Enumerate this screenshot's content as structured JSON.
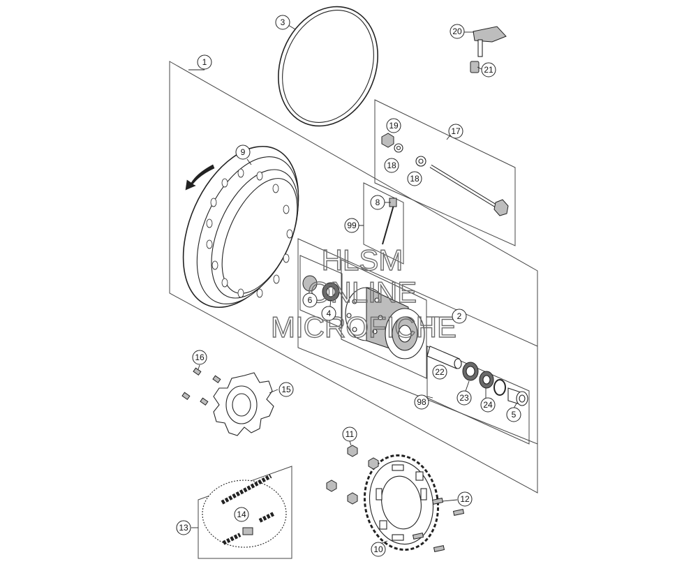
{
  "watermark": {
    "line1": "HLSM",
    "line2": "ONLINE",
    "line3": "MICROFICHE"
  },
  "callouts": [
    {
      "id": "c1",
      "label": "1"
    },
    {
      "id": "c2",
      "label": "2"
    },
    {
      "id": "c3",
      "label": "3"
    },
    {
      "id": "c4",
      "label": "4"
    },
    {
      "id": "c5",
      "label": "5"
    },
    {
      "id": "c6",
      "label": "6"
    },
    {
      "id": "c8",
      "label": "8"
    },
    {
      "id": "c9",
      "label": "9"
    },
    {
      "id": "c10",
      "label": "10"
    },
    {
      "id": "c11",
      "label": "11"
    },
    {
      "id": "c12",
      "label": "12"
    },
    {
      "id": "c13",
      "label": "13"
    },
    {
      "id": "c14",
      "label": "14"
    },
    {
      "id": "c15",
      "label": "15"
    },
    {
      "id": "c16",
      "label": "16"
    },
    {
      "id": "c17",
      "label": "17"
    },
    {
      "id": "c18a",
      "label": "18"
    },
    {
      "id": "c18b",
      "label": "18"
    },
    {
      "id": "c19",
      "label": "19"
    },
    {
      "id": "c20",
      "label": "20"
    },
    {
      "id": "c21",
      "label": "21"
    },
    {
      "id": "c22",
      "label": "22"
    },
    {
      "id": "c23",
      "label": "23"
    },
    {
      "id": "c24",
      "label": "24"
    },
    {
      "id": "c98",
      "label": "98"
    },
    {
      "id": "c99",
      "label": "99"
    }
  ]
}
